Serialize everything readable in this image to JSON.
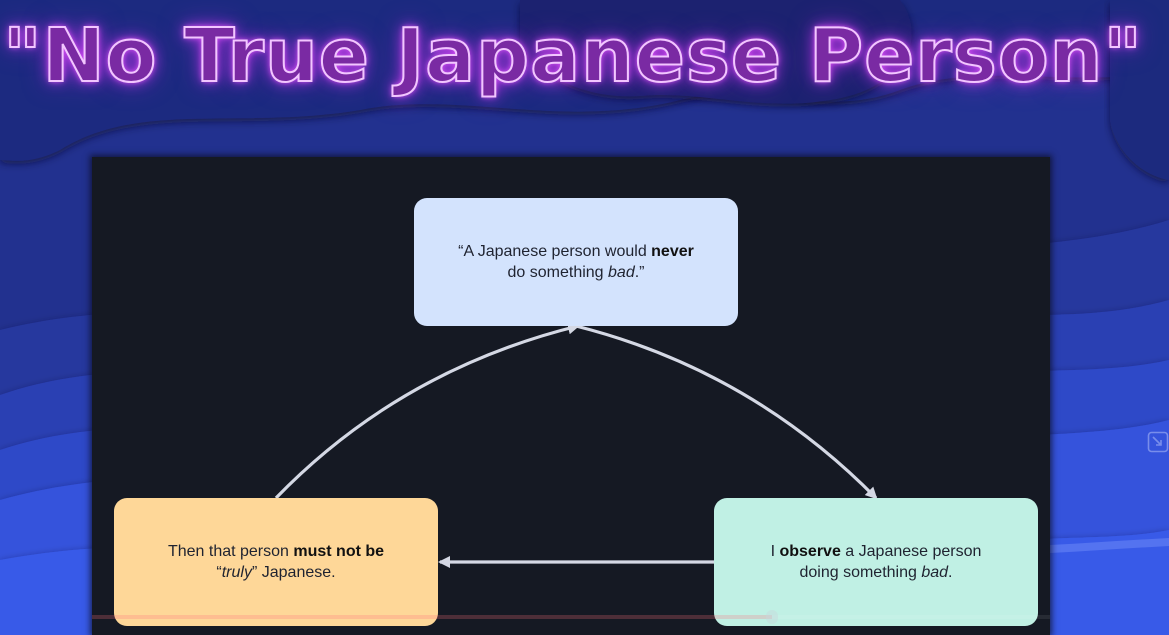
{
  "title": "\"No True Japanese Person\"",
  "colors": {
    "background_blue": "#22318f",
    "background_blue_light": "#3457e8",
    "panel": "#151923",
    "title_fill": "#7a2aa3",
    "title_glow": "#e95cff",
    "edge": "#d4d8e4",
    "node_top": "#d3e3fd",
    "node_left": "#fed798",
    "node_right": "#c0f0e4"
  },
  "diagram": {
    "nodes": [
      {
        "id": "belief",
        "lines": [
          [
            {
              "t": "“A Japanese person would "
            },
            {
              "t": "never",
              "b": true
            }
          ],
          [
            {
              "t": "do something "
            },
            {
              "t": "bad",
              "i": true
            },
            {
              "t": ".”"
            }
          ]
        ]
      },
      {
        "id": "observation",
        "lines": [
          [
            {
              "t": "I "
            },
            {
              "t": "observe",
              "b": true
            },
            {
              "t": " a Japanese person"
            }
          ],
          [
            {
              "t": "doing something "
            },
            {
              "t": "bad",
              "i": true
            },
            {
              "t": "."
            }
          ]
        ]
      },
      {
        "id": "conclusion",
        "lines": [
          [
            {
              "t": "Then that person "
            },
            {
              "t": "must not be",
              "b": true
            }
          ],
          [
            {
              "t": "“"
            },
            {
              "t": "truly",
              "i": true
            },
            {
              "t": "” Japanese."
            }
          ]
        ]
      }
    ],
    "edges": [
      {
        "from": "belief",
        "to": "observation"
      },
      {
        "from": "observation",
        "to": "conclusion"
      },
      {
        "from": "conclusion",
        "to": "belief"
      }
    ]
  },
  "video": {
    "progress_fraction": 0.71
  },
  "icons": {
    "corner": "exit-fullscreen-icon"
  }
}
